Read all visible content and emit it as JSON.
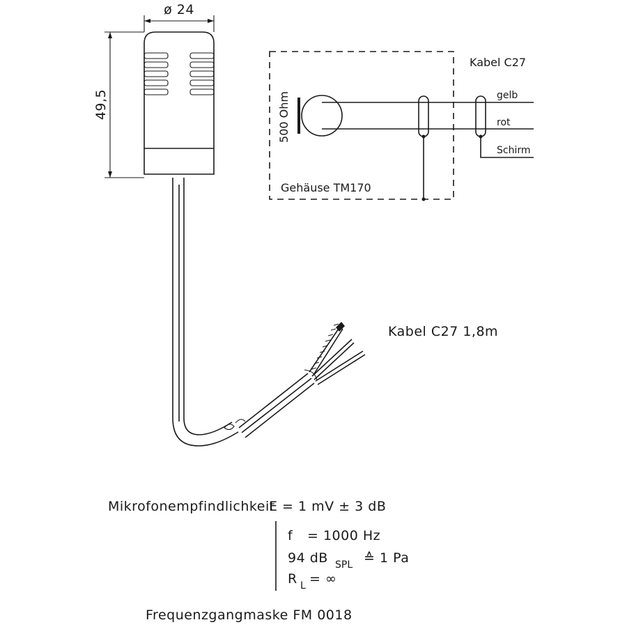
{
  "dimensions": {
    "diameter": "ø 24",
    "height": "49,5"
  },
  "schematic": {
    "cable_label": "Kabel C27",
    "resistance": "500 Ohm",
    "housing": "Gehäuse TM170",
    "wires": [
      "gelb",
      "rot",
      "Schirm"
    ]
  },
  "cable_spec": "Kabel C27  1,8m",
  "specs": {
    "sensitivity_label": "Mikrofonempfindlichkeit",
    "sensitivity_formula": "E = 1 mV ± 3 dB",
    "conditions": {
      "freq_symbol": "f",
      "freq_value": "= 1000 Hz",
      "spl_value": "94 dB",
      "spl_sub": "SPL",
      "spl_equiv": "≙ 1 Pa",
      "load_symbol": "R",
      "load_sub": "L",
      "load_value": "= ∞"
    }
  },
  "frequency_mask": "Frequenzgangmaske FM 0018"
}
